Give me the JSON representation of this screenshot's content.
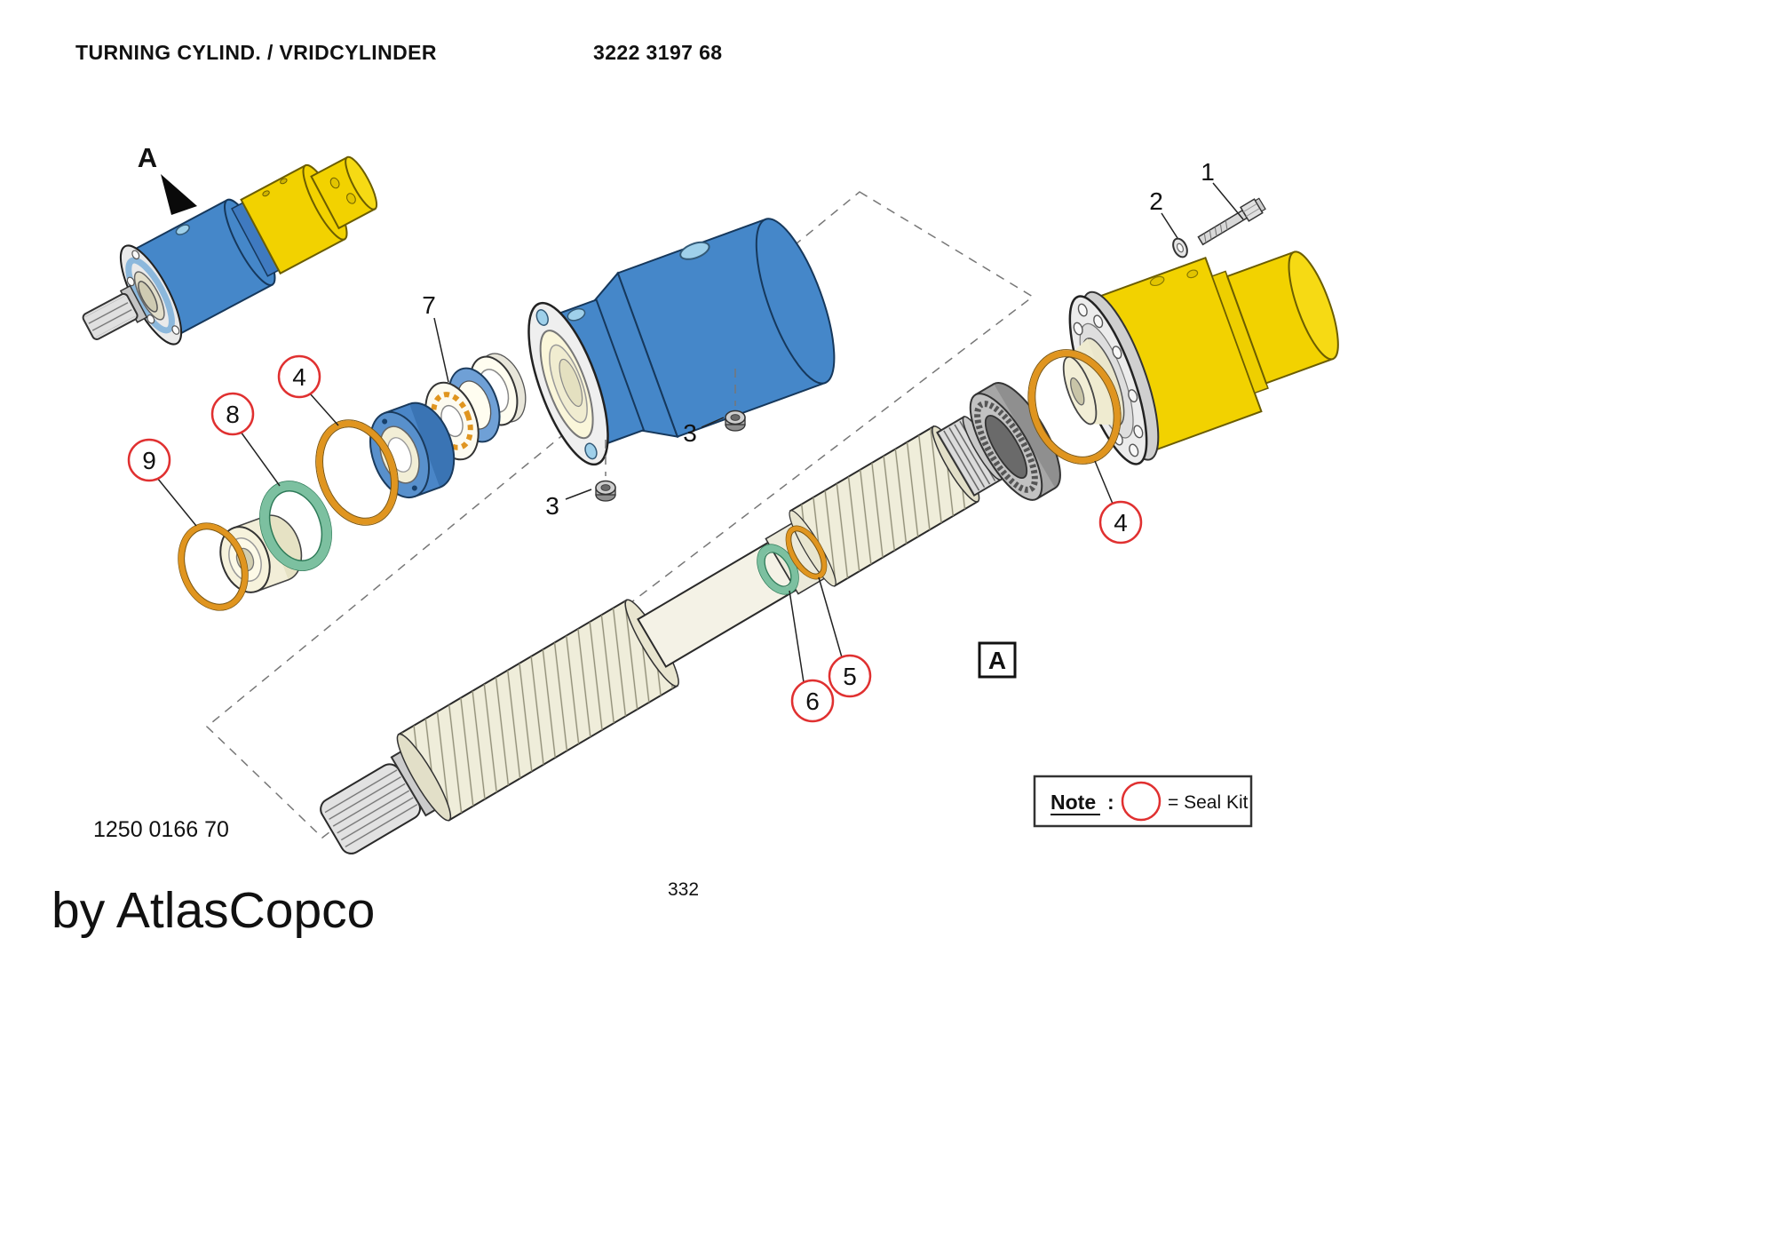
{
  "header": {
    "title": "TURNING CYLIND. / VRIDCYLINDER",
    "part_number": "3222 3197 68"
  },
  "labels": {
    "view_arrow": "A",
    "detail_box": "A"
  },
  "callouts": {
    "plain": [
      {
        "id": "hex-bolt",
        "label": "1"
      },
      {
        "id": "washer",
        "label": "2"
      },
      {
        "id": "socket-screw-upper",
        "label": "3"
      },
      {
        "id": "socket-screw-lower",
        "label": "3"
      },
      {
        "id": "bearing-seal-pack",
        "label": "7"
      }
    ],
    "circled": [
      {
        "id": "o-ring-front",
        "label": "4"
      },
      {
        "id": "green-seal-piston",
        "label": "8"
      },
      {
        "id": "o-ring-piston",
        "label": "9"
      },
      {
        "id": "o-ring-rear",
        "label": "4"
      },
      {
        "id": "o-ring-shaft",
        "label": "5"
      },
      {
        "id": "green-seal-shaft",
        "label": "6"
      }
    ]
  },
  "note": {
    "label": "Note",
    "separator": ":",
    "text": "= Seal Kit"
  },
  "footer": {
    "drawing_number": "1250 0166 70",
    "page_number": "332",
    "byline": "by AtlasCopco"
  },
  "colors": {
    "body_blue": "#4a86c8",
    "body_yellow": "#f2d200",
    "metal_gray": "#e8e8e8",
    "cream": "#f2eed6",
    "seal_orange": "#e0951f",
    "seal_green": "#7cc0a0",
    "light_blue": "#9fd0ea",
    "callout_red": "#e03030"
  }
}
